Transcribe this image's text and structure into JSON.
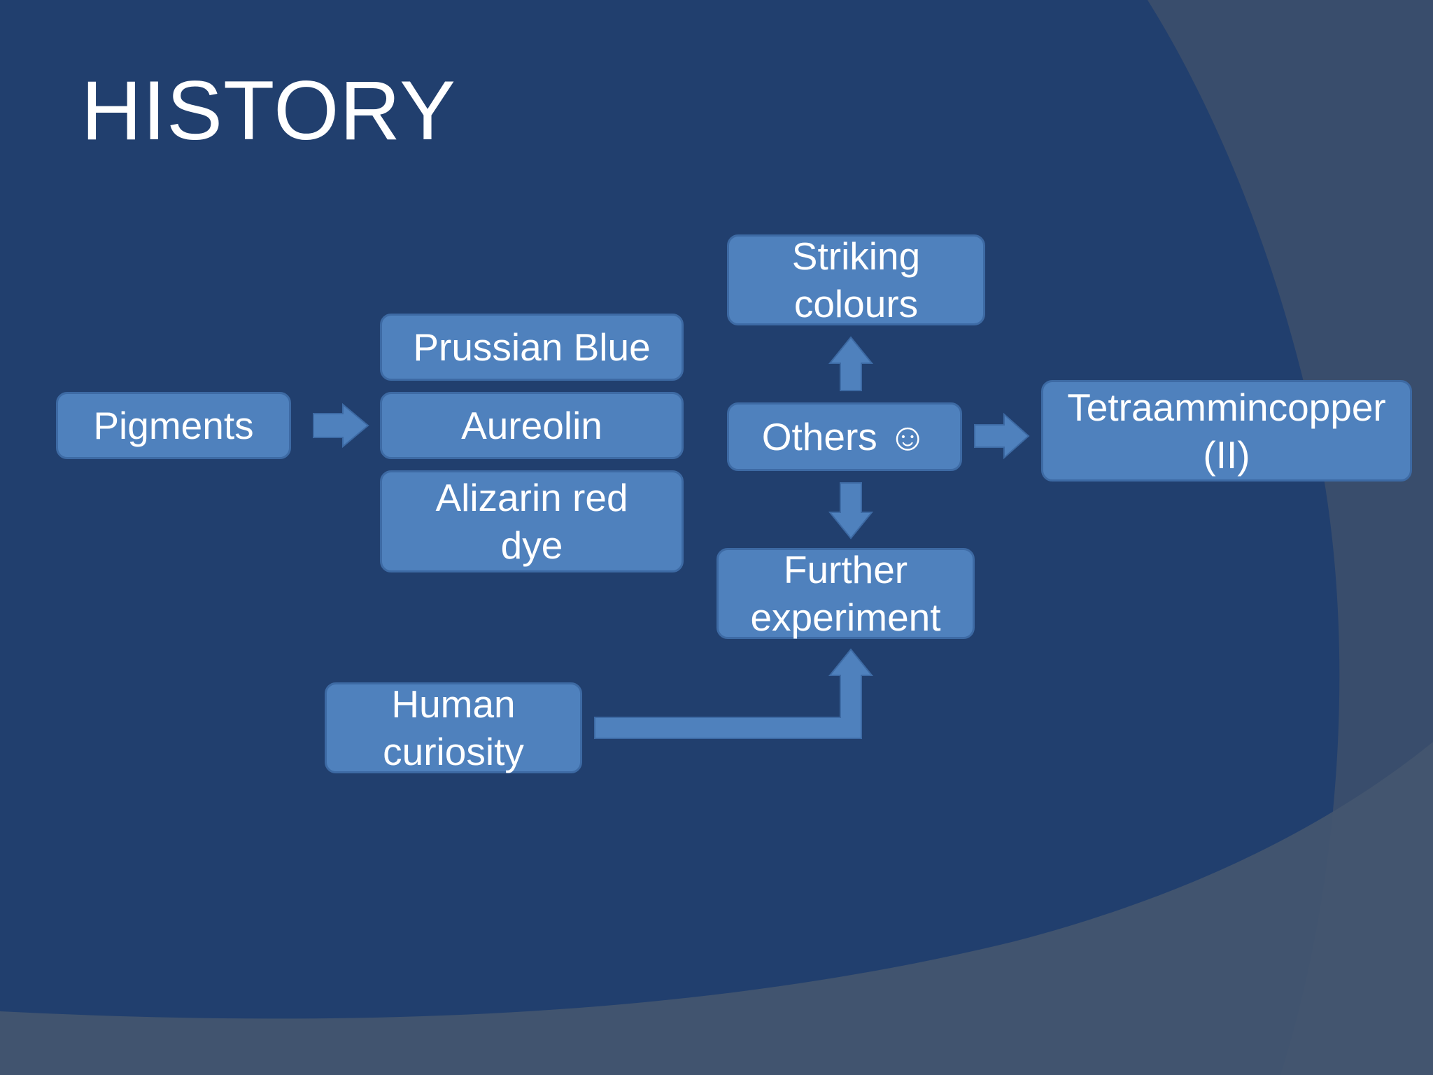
{
  "slide": {
    "title": "HISTORY",
    "colors": {
      "background": "#213f6e",
      "box_fill": "#4f81bd",
      "box_border": "#3d6aa4",
      "arrow": "#4f81bd",
      "right_band": "#394d6c",
      "bottom_band": "#44566f",
      "text": "#ffffff"
    }
  },
  "diagram": {
    "nodes": {
      "pigments": "Pigments",
      "prussian_blue": "Prussian Blue",
      "aureolin": "Aureolin",
      "alizarin": "Alizarin red\ndye",
      "striking_colours": "Striking\ncolours",
      "others": "Others ☺",
      "tetraammincopper": "Tetraammincopper\n(II)",
      "further_experiment": "Further\nexperiment",
      "human_curiosity": "Human\ncuriosity"
    },
    "edges": [
      {
        "from": "pigments",
        "to": "aureolin"
      },
      {
        "from": "others",
        "to": "striking_colours"
      },
      {
        "from": "others",
        "to": "tetraammincopper"
      },
      {
        "from": "others",
        "to": "further_experiment"
      },
      {
        "from": "human_curiosity",
        "to": "further_experiment"
      }
    ]
  }
}
